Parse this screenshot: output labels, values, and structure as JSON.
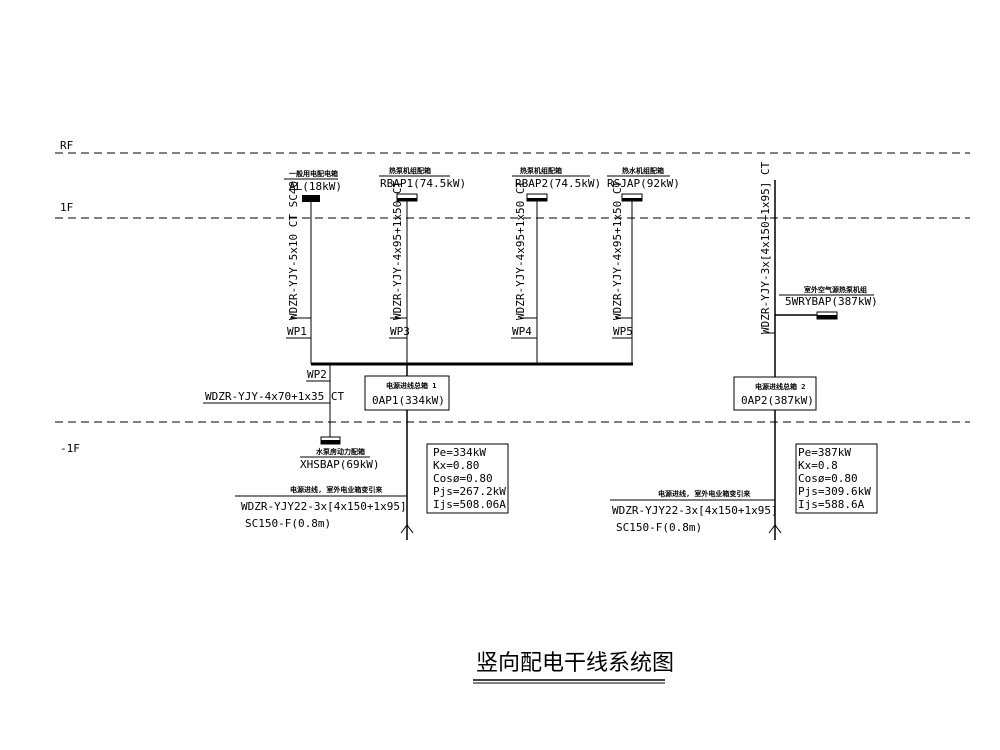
{
  "floors": {
    "rf": "RF",
    "f1": "1F",
    "b1": "-1F"
  },
  "loads": [
    {
      "cn": "一般用电配电箱",
      "name": "AL(18kW)",
      "cable": "WDZR-YJY-5x10 CT SC40",
      "circuit": "WP1"
    },
    {
      "cn": "热泵机组配箱",
      "name": "RBAP1(74.5kW)",
      "cable": "WDZR-YJY-4x95+1x50 CT",
      "circuit": "WP3"
    },
    {
      "cn": "热泵机组配箱",
      "name": "RBAP2(74.5kW)",
      "cable": "WDZR-YJY-4x95+1x50 CT",
      "circuit": "WP4"
    },
    {
      "cn": "热水机组配箱",
      "name": "RSJAP(92kW)",
      "cable": "WDZR-YJY-4x95+1x50 CT",
      "circuit": "WP5"
    }
  ],
  "pump": {
    "cn": "水泵房动力配箱",
    "name": "XHSBAP(69kW)",
    "cable": "WDZR-YJY-4x70+1x35 CT",
    "circuit": "WP2"
  },
  "outdoor": {
    "cn": "室外空气源热泵机组",
    "name": "5WRYBAP(387kW)",
    "cable": "WDZR-YJY-3x[4x150+1x95] CT"
  },
  "panels": [
    {
      "cn": "电源进线总箱 1",
      "name": "0AP1(334kW)",
      "params": [
        "Pe=334kW",
        "Kx=0.80",
        "Cosø=0.80",
        "Pjs=267.2kW",
        "Ijs=508.06A"
      ],
      "incoming_cn": "电源进线, 室外电业箱变引来",
      "incoming_cable": "WDZR-YJY22-3x[4x150+1x95]",
      "conduit": "SC150-F(0.8m)"
    },
    {
      "cn": "电源进线总箱 2",
      "name": "0AP2(387kW)",
      "params": [
        "Pe=387kW",
        "Kx=0.8",
        "Cosø=0.80",
        "Pjs=309.6kW",
        "Ijs=588.6A"
      ],
      "incoming_cn": "电源进线, 室外电业箱变引来",
      "incoming_cable": "WDZR-YJY22-3x[4x150+1x95]",
      "conduit": "SC150-F(0.8m)"
    }
  ],
  "title": "竖向配电干线系统图"
}
